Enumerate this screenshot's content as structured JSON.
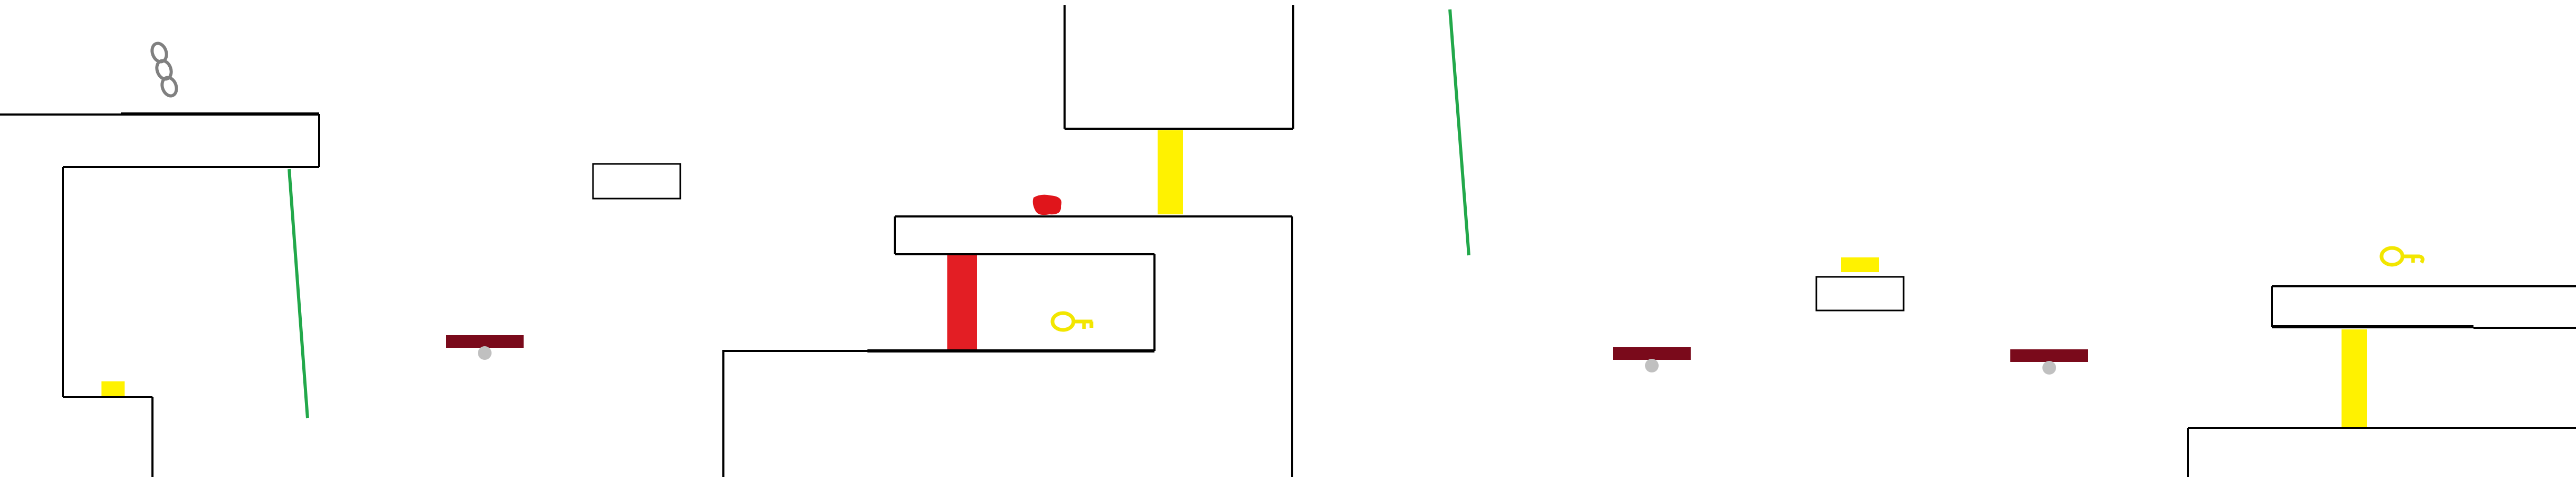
{
  "level": {
    "colors": {
      "background": "#ffffff",
      "platform_outline": "#000000",
      "key": "#f2e600",
      "yellow_block": "#fff200",
      "red_block": "#e31e24",
      "red_item": "#e0151b",
      "spring_pad": "#7a0a1b",
      "spring_base": "#c0c0c0",
      "vine": "#22a84a",
      "chain": "#808080"
    },
    "objects": {
      "chain": "chain-icon",
      "key": "key-icon",
      "spring": "spring-pad",
      "vine": "vine-line",
      "red_gem": "red-item-icon",
      "yellow_gate": "yellow-gate",
      "red_gate": "red-gate"
    },
    "counts": {
      "keys": 2,
      "springs": 3,
      "vines": 2,
      "yellow_gates": 2,
      "yellow_switches": 2,
      "red_gates": 1,
      "red_items": 1,
      "chains": 1
    }
  }
}
